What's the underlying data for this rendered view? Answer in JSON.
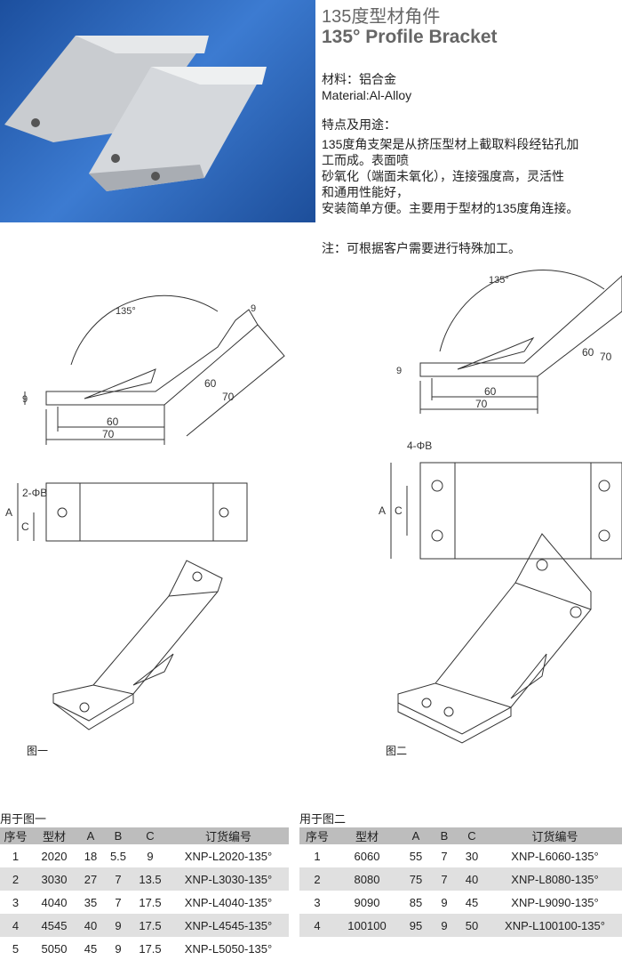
{
  "title_cn": "135度型材角件",
  "title_en": "135° Profile Bracket",
  "material_cn": "材料：铝合金",
  "material_en": "Material:Al-Alloy",
  "features_heading": "特点及用途：",
  "features_lines": [
    "135度角支架是从挤压型材上截取料段经钻孔加",
    "工而成。表面喷",
    "砂氧化（端面未氧化），连接强度高，灵活性",
    "和通用性能好，",
    "安装简单方便。主要用于型材的135度角连接。"
  ],
  "note": "注：可根据客户需要进行特殊加工。",
  "drawing_labels": {
    "angle": "135°",
    "d9": "9",
    "d60": "60",
    "d70": "70",
    "holes1": "2-ΦB",
    "holes2": "4-ΦB",
    "a": "A",
    "c": "C",
    "fig1": "图一",
    "fig2": "图二"
  },
  "table1": {
    "caption": "用于图一",
    "headers": [
      "序号",
      "型材",
      "A",
      "B",
      "C",
      "订货编号"
    ],
    "rows": [
      [
        "1",
        "2020",
        "18",
        "5.5",
        "9",
        "XNP-L2020-135°"
      ],
      [
        "2",
        "3030",
        "27",
        "7",
        "13.5",
        "XNP-L3030-135°"
      ],
      [
        "3",
        "4040",
        "35",
        "7",
        "17.5",
        "XNP-L4040-135°"
      ],
      [
        "4",
        "4545",
        "40",
        "9",
        "17.5",
        "XNP-L4545-135°"
      ],
      [
        "5",
        "5050",
        "45",
        "9",
        "17.5",
        "XNP-L5050-135°"
      ]
    ]
  },
  "table2": {
    "caption": "用于图二",
    "headers": [
      "序号",
      "型材",
      "A",
      "B",
      "C",
      "订货编号"
    ],
    "rows": [
      [
        "1",
        "6060",
        "55",
        "7",
        "30",
        "XNP-L6060-135°"
      ],
      [
        "2",
        "8080",
        "75",
        "7",
        "40",
        "XNP-L8080-135°"
      ],
      [
        "3",
        "9090",
        "85",
        "9",
        "45",
        "XNP-L9090-135°"
      ],
      [
        "4",
        "100100",
        "95",
        "9",
        "50",
        "XNP-L100100-135°"
      ]
    ]
  }
}
